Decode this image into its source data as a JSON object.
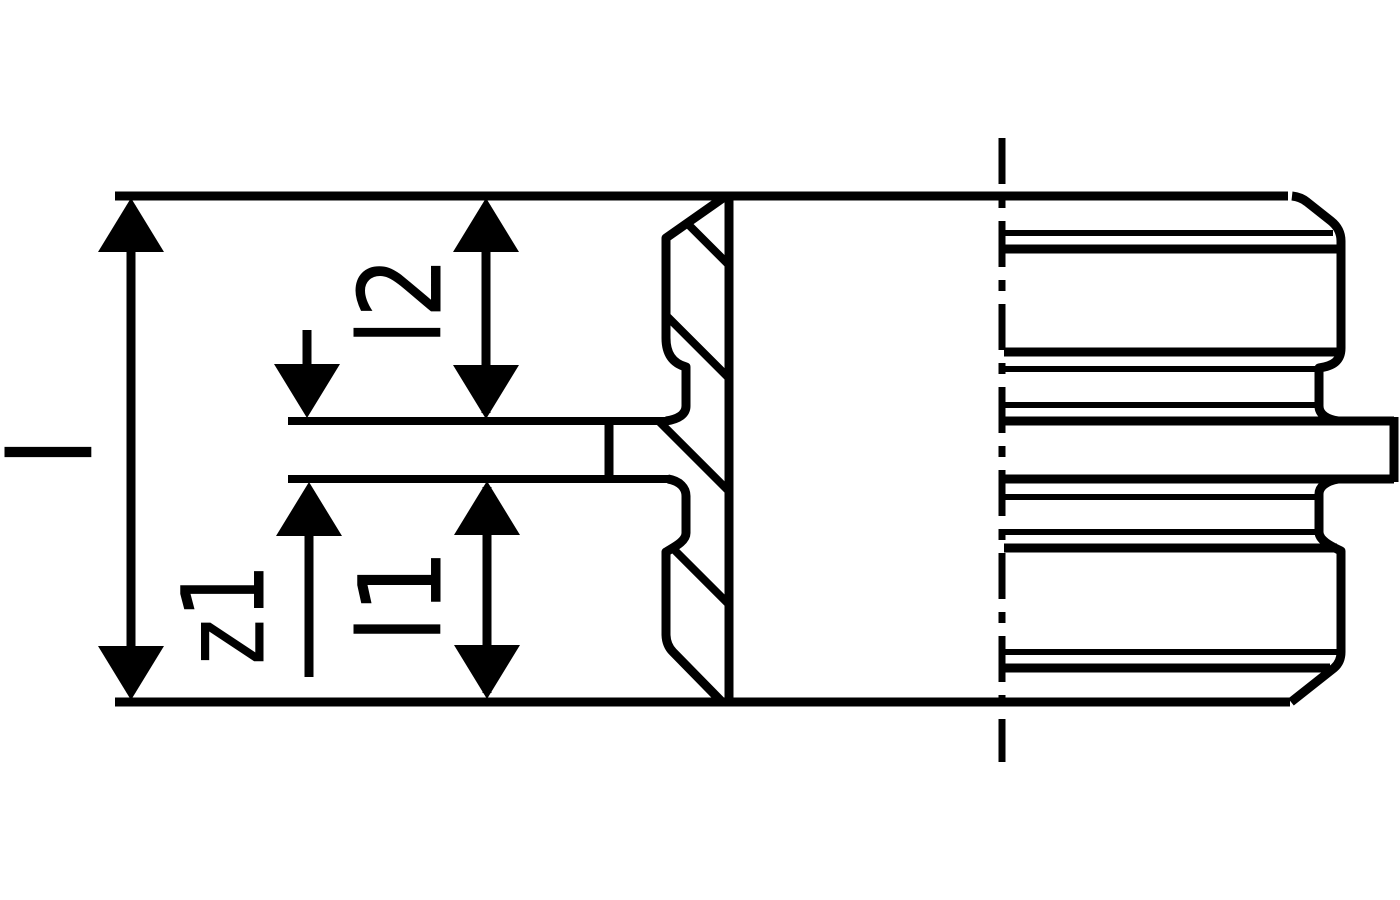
{
  "figure": {
    "background_color": "#ffffff",
    "line_color": "#000000"
  },
  "dimension_labels": {
    "l": "l",
    "l2": "l2",
    "z1": "z1",
    "l1": "l1"
  }
}
